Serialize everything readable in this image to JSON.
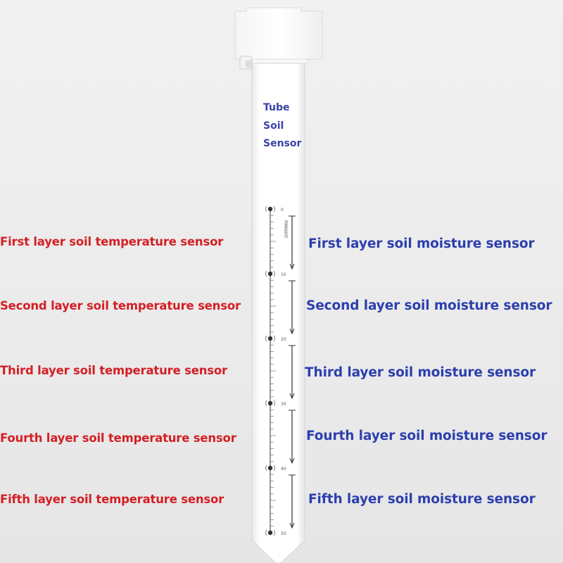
{
  "probe": {
    "title_lines": [
      "Tube",
      "Soil",
      "Sensor"
    ],
    "scale_labels": [
      "0",
      "10",
      "20",
      "30",
      "40",
      "50"
    ],
    "vertical_note": "测量起始线"
  },
  "temperature_labels": [
    "First layer soil temperature sensor",
    "Second layer soil temperature sensor",
    "Third layer soil temperature sensor",
    "Fourth layer soil temperature sensor",
    "Fifth layer soil temperature sensor"
  ],
  "moisture_labels": [
    "First layer soil moisture sensor",
    "Second layer soil moisture sensor",
    "Third layer soil moisture sensor",
    "Fourth layer soil moisture sensor",
    "Fifth layer soil moisture sensor"
  ],
  "colors": {
    "temperature_text": "#d41f25",
    "moisture_text": "#2c3fae",
    "title_text": "#3a42a6"
  }
}
